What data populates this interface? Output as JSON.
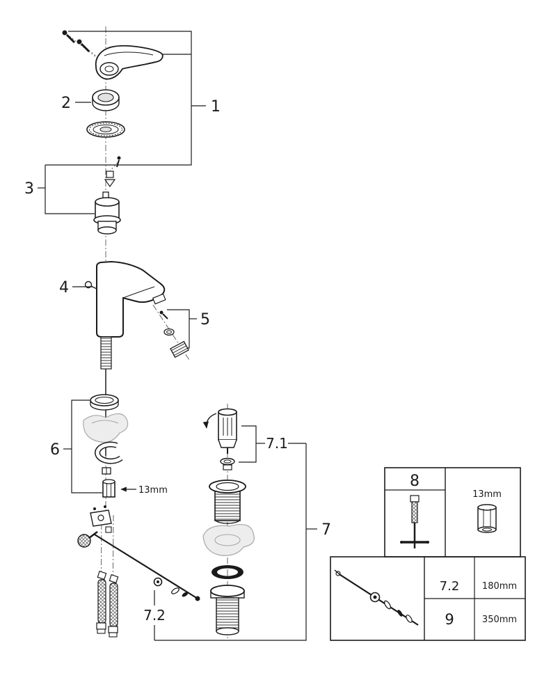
{
  "diagram": {
    "kind": "faucet exploded parts diagram",
    "callouts": {
      "c1": "1",
      "c2": "2",
      "c3": "3",
      "c4": "4",
      "c5": "5",
      "c6": "6",
      "c7": "7",
      "c7_1": "7.1",
      "c7_2": "7.2"
    },
    "annotations": {
      "wrench_size": "13mm"
    },
    "tool_inset": {
      "part_number": "8",
      "socket_size": "13mm"
    },
    "rod_inset": {
      "rows": [
        {
          "part": "7.2",
          "length": "180mm"
        },
        {
          "part": "9",
          "length": "350mm"
        }
      ]
    },
    "colors": {
      "ink": "#1a1a1a",
      "phantom": "#a8a8a8",
      "background": "#ffffff"
    }
  }
}
